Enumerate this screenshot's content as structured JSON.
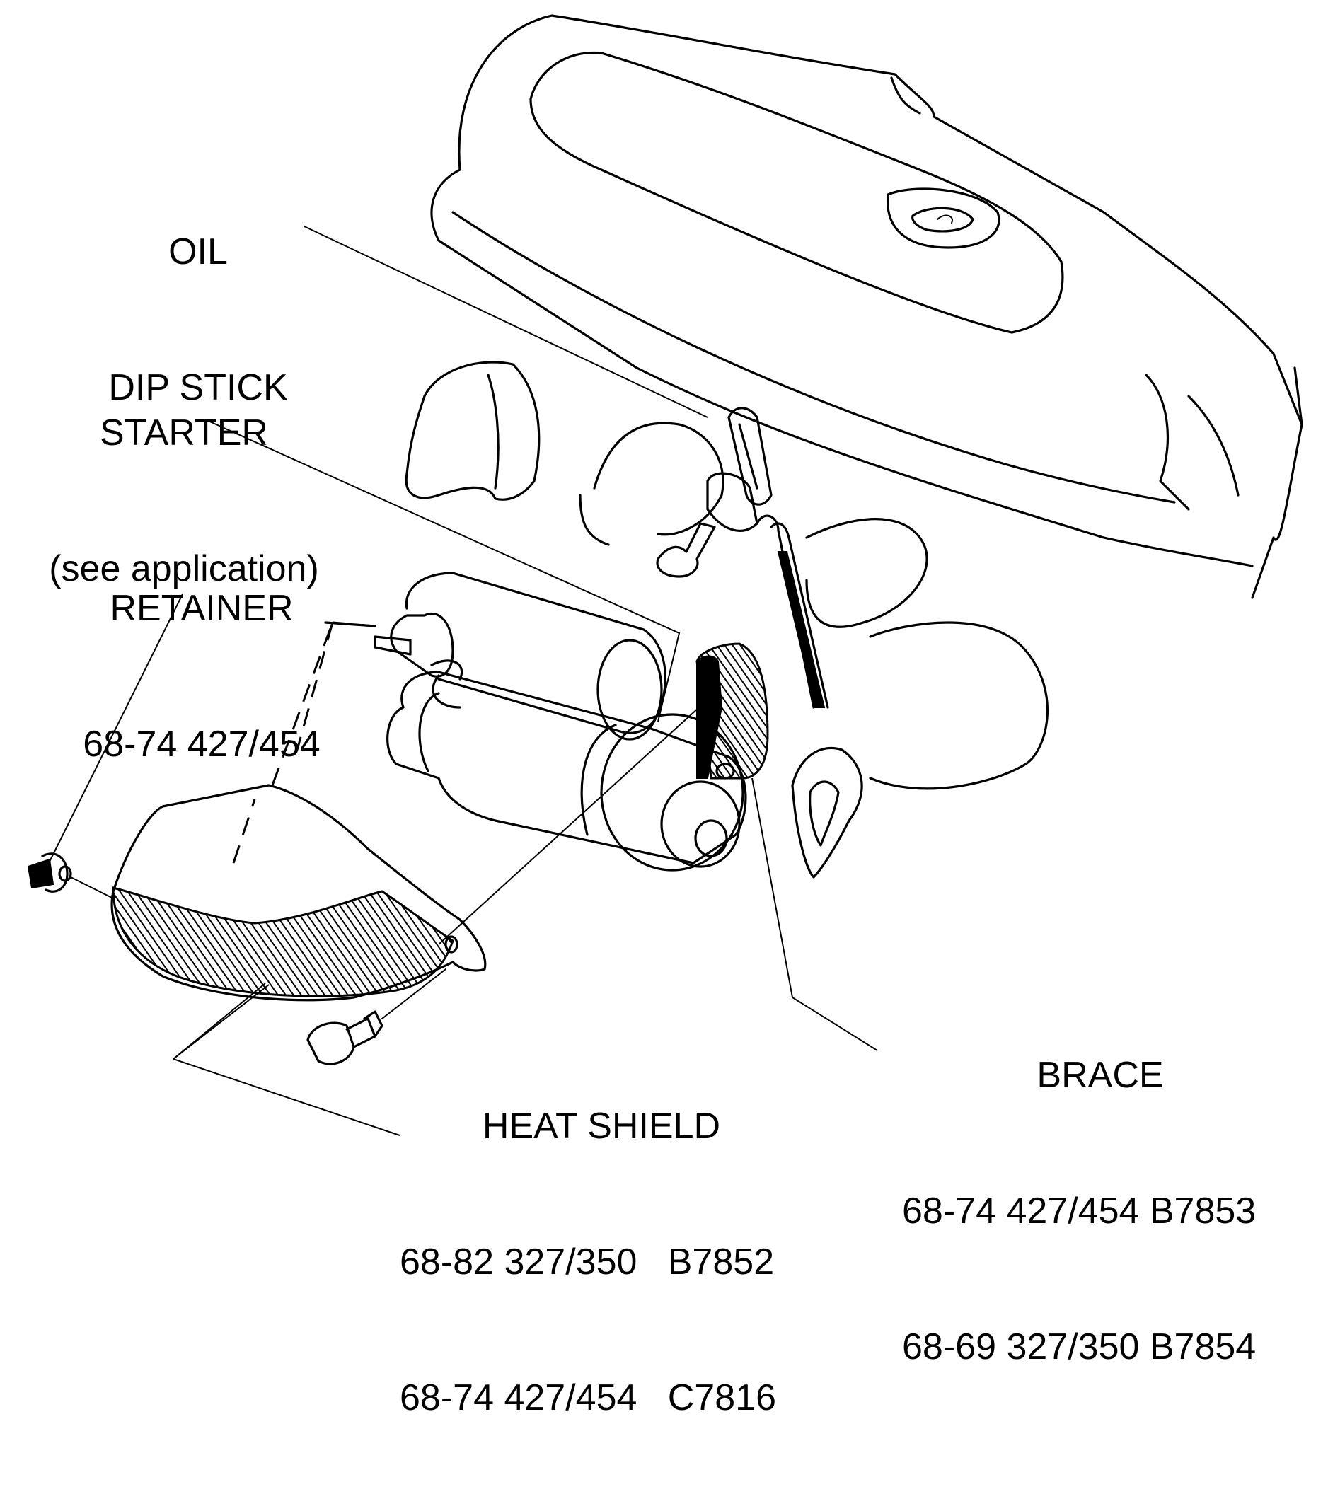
{
  "labels": {
    "oil_dip_stick": [
      "OIL",
      "DIP STICK"
    ],
    "starter": [
      "STARTER",
      "(see application)"
    ],
    "retainer": [
      "RETAINER",
      "68-74 427/454"
    ],
    "heat_shield": [
      "HEAT SHIELD",
      "68-82 327/350   B7852",
      "68-74 427/454   C7816"
    ],
    "brace": [
      "BRACE",
      "68-74 427/454 B7853",
      "68-69 327/350 B7854"
    ]
  },
  "colors": {
    "ink": "#000000",
    "paper": "#ffffff"
  }
}
